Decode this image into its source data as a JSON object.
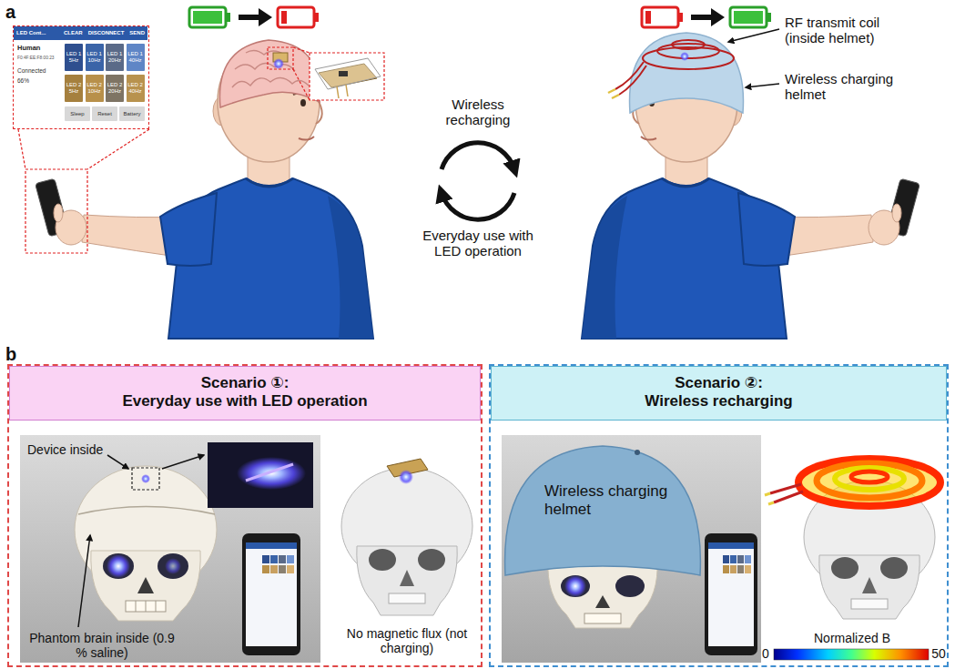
{
  "diagram": {
    "nodes": [
      {
        "text": [
          "Human",
          "F0:4F:EE:F8:00:23",
          "Connected",
          "66%"
        ]
      },
      {
        "text": [
          "LED Cont...",
          "CLEAR",
          "DISCONNECT",
          "SEND"
        ],
        "in": 0
      },
      {
        "text": [
          "LED 1 5Hz"
        ],
        "in": 0
      },
      {
        "text": [
          "LED 1 10Hz"
        ],
        "in": 0
      },
      {
        "text": [
          "LED 1 20Hz"
        ],
        "in": 0
      },
      {
        "text": [
          "LED 1 40Hz"
        ],
        "in": 0
      },
      {
        "text": [
          "LED 2 5Hz"
        ],
        "in": 0
      },
      {
        "text": [
          "LED 2 10Hz"
        ],
        "in": 0
      },
      {
        "text": [
          "LED 2 20Hz"
        ],
        "in": 0
      },
      {
        "text": [
          "LED 2 40Hz"
        ],
        "in": 0
      },
      {
        "text": [
          "Sleep"
        ],
        "in": 0
      },
      {
        "text": [
          "Reset"
        ],
        "in": 0
      },
      {
        "text": [
          "Battery"
        ],
        "in": 0
      },
      {
        "text": [
          "Scenario ①:",
          "Everyday use with LED operation"
        ]
      },
      {
        "text": [
          "Scenario ②:",
          "Wireless recharging"
        ]
      }
    ],
    "labels": [
      "a",
      "Wireless recharging",
      "Everyday use with LED operation",
      "RF transmit coil (inside helmet)",
      "Wireless charging helmet",
      "b",
      "Device inside",
      "Phantom brain inside (0.9 % saline)",
      "No magnetic flux (not charging)",
      "Wireless charging helmet",
      "Normalized B",
      "0",
      "50"
    ]
  }
}
